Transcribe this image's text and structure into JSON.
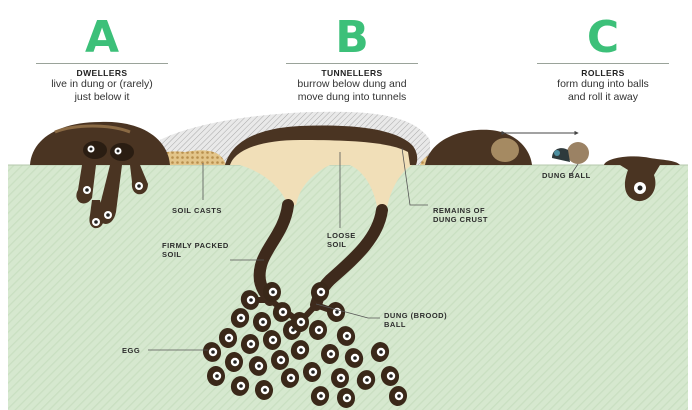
{
  "groups": [
    {
      "letter": "A",
      "title": "DWELLERS",
      "description": "live in dung or (rarely)\njust below it"
    },
    {
      "letter": "B",
      "title": "TUNNELLERS",
      "description": "burrow below dung and\nmove dung into tunnels"
    },
    {
      "letter": "C",
      "title": "ROLLERS",
      "description": "form dung into balls\nand roll it away"
    }
  ],
  "labels": {
    "soil_casts": "SOIL CASTS",
    "firmly_packed_soil": "FIRMLY PACKED\nSOIL",
    "loose_soil": "LOOSE\nSOIL",
    "remains_of_dung_crust": "REMAINS OF\nDUNG CRUST",
    "dung_brood_ball": "DUNG (BROOD)\nBALL",
    "egg": "EGG",
    "dung_ball": "DUNG BALL"
  },
  "colors": {
    "accent_green": "#3cc079",
    "soil": "#d6e8cf",
    "dung": "#4a3422",
    "dung_light": "#8a6a44",
    "loose_soil": "#f1dfb8",
    "soil_casts": "#d8b877"
  }
}
